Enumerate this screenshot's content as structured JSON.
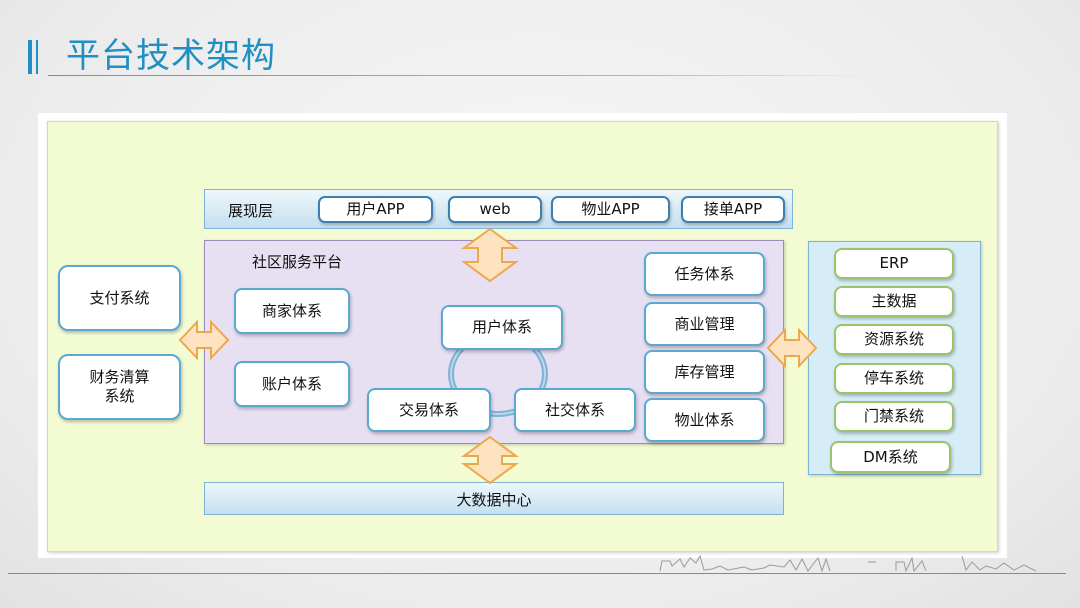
{
  "page": {
    "title": "平台技术架构"
  },
  "presentation_layer": {
    "label": "展现层",
    "items": [
      "用户APP",
      "web",
      "物业APP",
      "接单APP"
    ]
  },
  "left_systems": [
    "支付系统",
    "财务清算\n系统"
  ],
  "platform": {
    "label": "社区服务平台",
    "left_items": [
      "商家体系",
      "账户体系"
    ],
    "cycle": [
      "用户体系",
      "交易体系",
      "社交体系"
    ],
    "right_items": [
      "任务体系",
      "商业管理",
      "库存管理",
      "物业体系"
    ]
  },
  "right_systems": [
    "ERP",
    "主数据",
    "资源系统",
    "停车系统",
    "门禁系统",
    "DM系统"
  ],
  "big_data": {
    "label": "大数据中心"
  },
  "colors": {
    "accent": "#1f8fc4",
    "canvas": "#f3fbd3",
    "platform": "#e7dff2",
    "box_border": "#5aa9cf",
    "arrow_fill": "#fde3c0",
    "arrow_stroke": "#f0a64a"
  }
}
